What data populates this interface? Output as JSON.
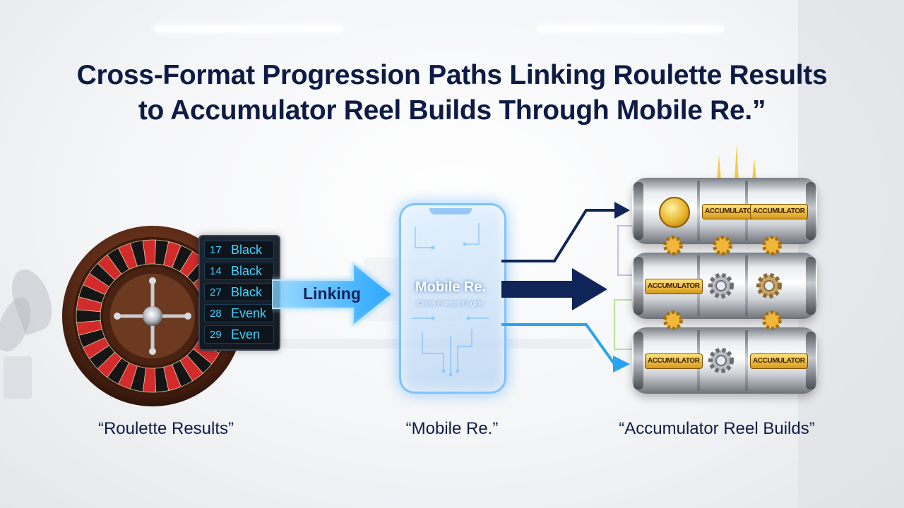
{
  "title": {
    "line1": "Cross-Format Progression Paths Linking Roulette Results",
    "line2": "to Accumulator Reel Builds Through Mobile Re.”"
  },
  "results": [
    {
      "number": "17",
      "label": "Black"
    },
    {
      "number": "14",
      "label": "Black"
    },
    {
      "number": "27",
      "label": "Black"
    },
    {
      "number": "28",
      "label": "Evenk"
    },
    {
      "number": "29",
      "label": "Even"
    }
  ],
  "link_label": "Linking",
  "phone": {
    "title": "Mobile Re.",
    "subtitle": "Cross-Format Engine"
  },
  "reel_badge": "ACCUMULATOR",
  "captions": {
    "left": "“Roulette Results”",
    "center": "“Mobile Re.”",
    "right": "“Accumulator Reel Builds”"
  },
  "colors": {
    "title": "#0d1b45",
    "navy_arrow": "#0f2458",
    "blue_arrow": "#2aa4f0",
    "result_text": "#3fd3ff"
  }
}
